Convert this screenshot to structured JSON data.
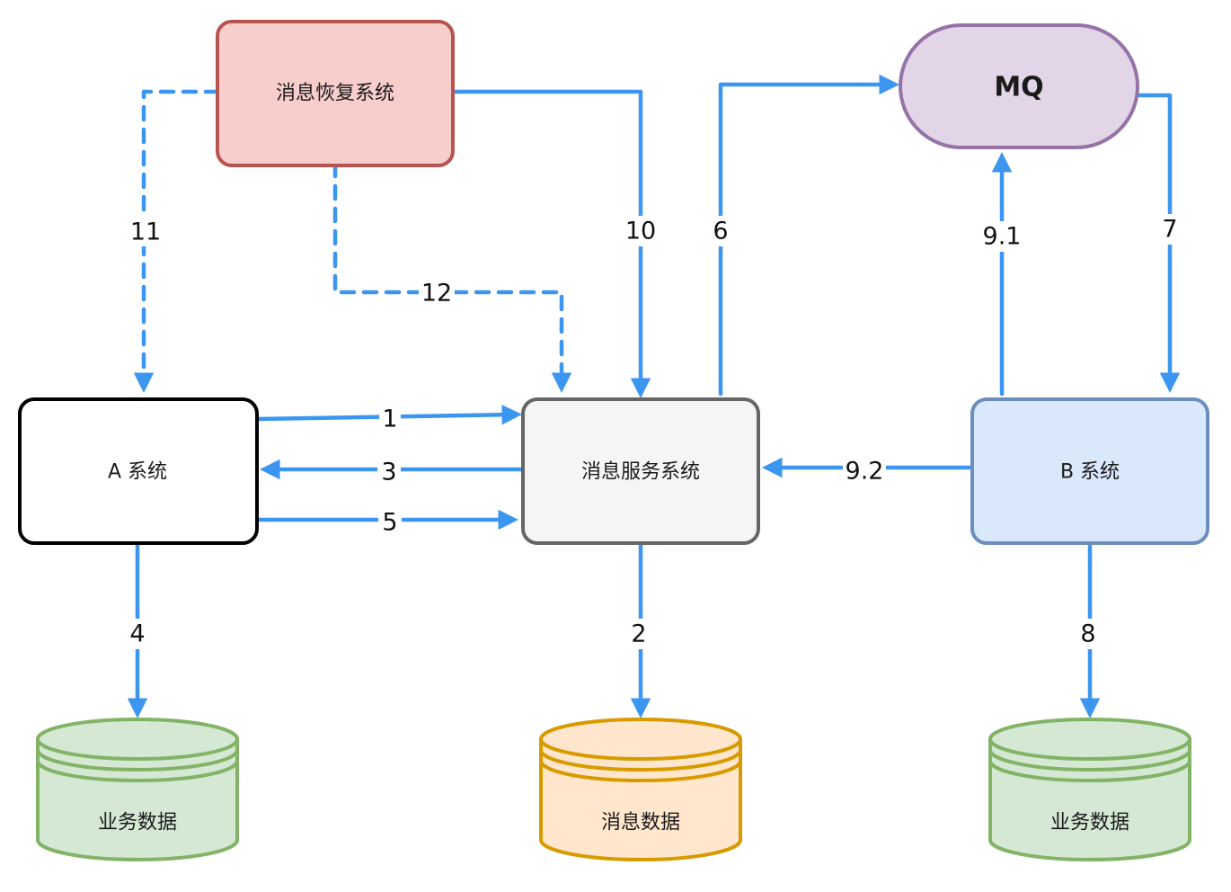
{
  "nodes": {
    "recovery": {
      "label": "消息恢复系统",
      "fill": "#f8cecc",
      "stroke": "#b85450"
    },
    "mq": {
      "label": "MQ",
      "fill": "#e1d5e7",
      "stroke": "#9673a6"
    },
    "a": {
      "label": "A 系统",
      "fill": "#ffffff",
      "stroke": "#000000"
    },
    "service": {
      "label": "消息服务系统",
      "fill": "#f5f5f5",
      "stroke": "#666666"
    },
    "b": {
      "label": "B 系统",
      "fill": "#dae8fc",
      "stroke": "#6c8ebf"
    },
    "db_a": {
      "label": "业务数据",
      "fill": "#d5e8d4",
      "stroke": "#82b366"
    },
    "db_msg": {
      "label": "消息数据",
      "fill": "#ffe6cc",
      "stroke": "#d79b00"
    },
    "db_b": {
      "label": "业务数据",
      "fill": "#d5e8d4",
      "stroke": "#82b366"
    }
  },
  "edges": [
    {
      "id": "e1",
      "label": "1",
      "style": "solid"
    },
    {
      "id": "e2",
      "label": "2",
      "style": "solid"
    },
    {
      "id": "e3",
      "label": "3",
      "style": "solid"
    },
    {
      "id": "e4",
      "label": "4",
      "style": "solid"
    },
    {
      "id": "e5",
      "label": "5",
      "style": "solid"
    },
    {
      "id": "e6",
      "label": "6",
      "style": "solid"
    },
    {
      "id": "e7",
      "label": "7",
      "style": "solid"
    },
    {
      "id": "e8",
      "label": "8",
      "style": "solid"
    },
    {
      "id": "e91",
      "label": "9.1",
      "style": "solid"
    },
    {
      "id": "e92",
      "label": "9.2",
      "style": "solid"
    },
    {
      "id": "e10",
      "label": "10",
      "style": "solid"
    },
    {
      "id": "e11",
      "label": "11",
      "style": "dashed"
    },
    {
      "id": "e12",
      "label": "12",
      "style": "dashed"
    }
  ],
  "colors": {
    "arrow": "#3c96f0"
  }
}
